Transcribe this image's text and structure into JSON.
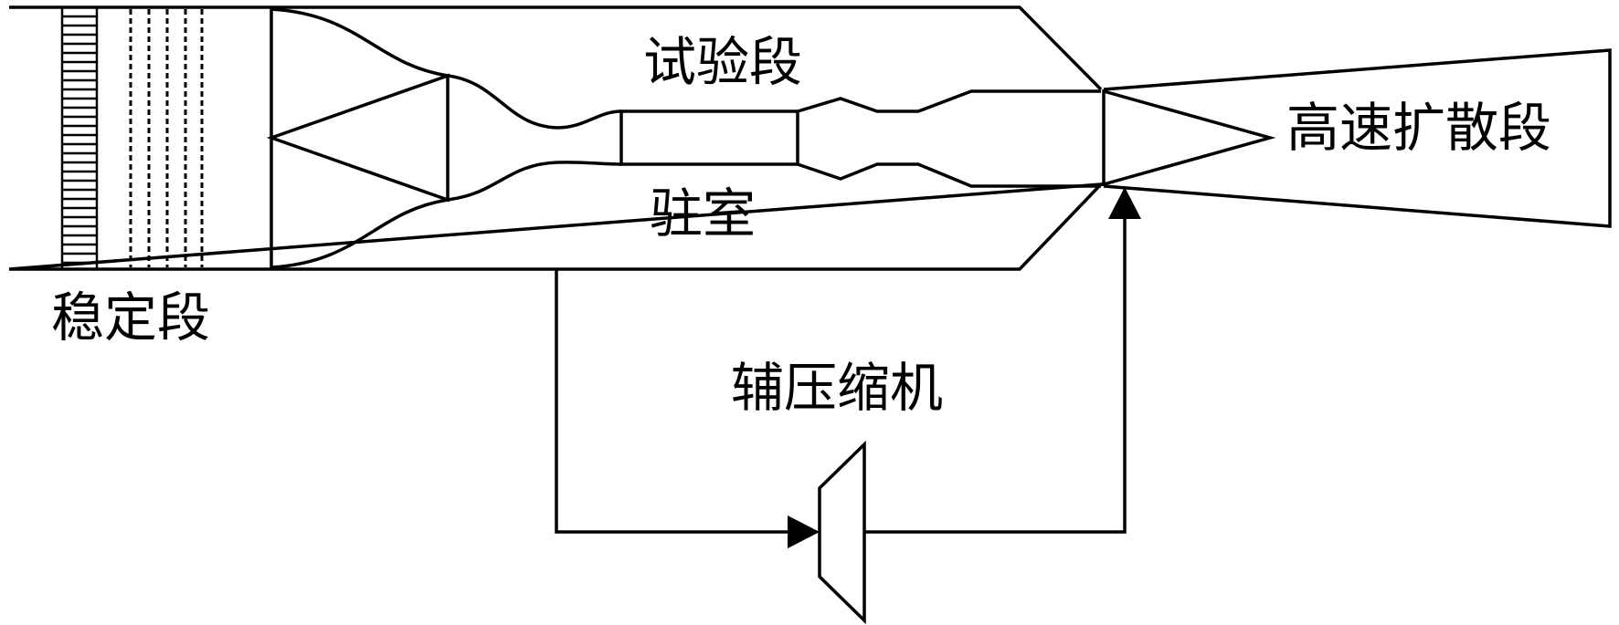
{
  "labels": {
    "test_section": "试验段",
    "plenum_chamber": "驻室",
    "settling_section": "稳定段",
    "high_speed_diffuser": "高速扩散段",
    "auxiliary_compressor": "辅压缩机"
  },
  "colors": {
    "line": "#000000",
    "background": "#ffffff"
  }
}
